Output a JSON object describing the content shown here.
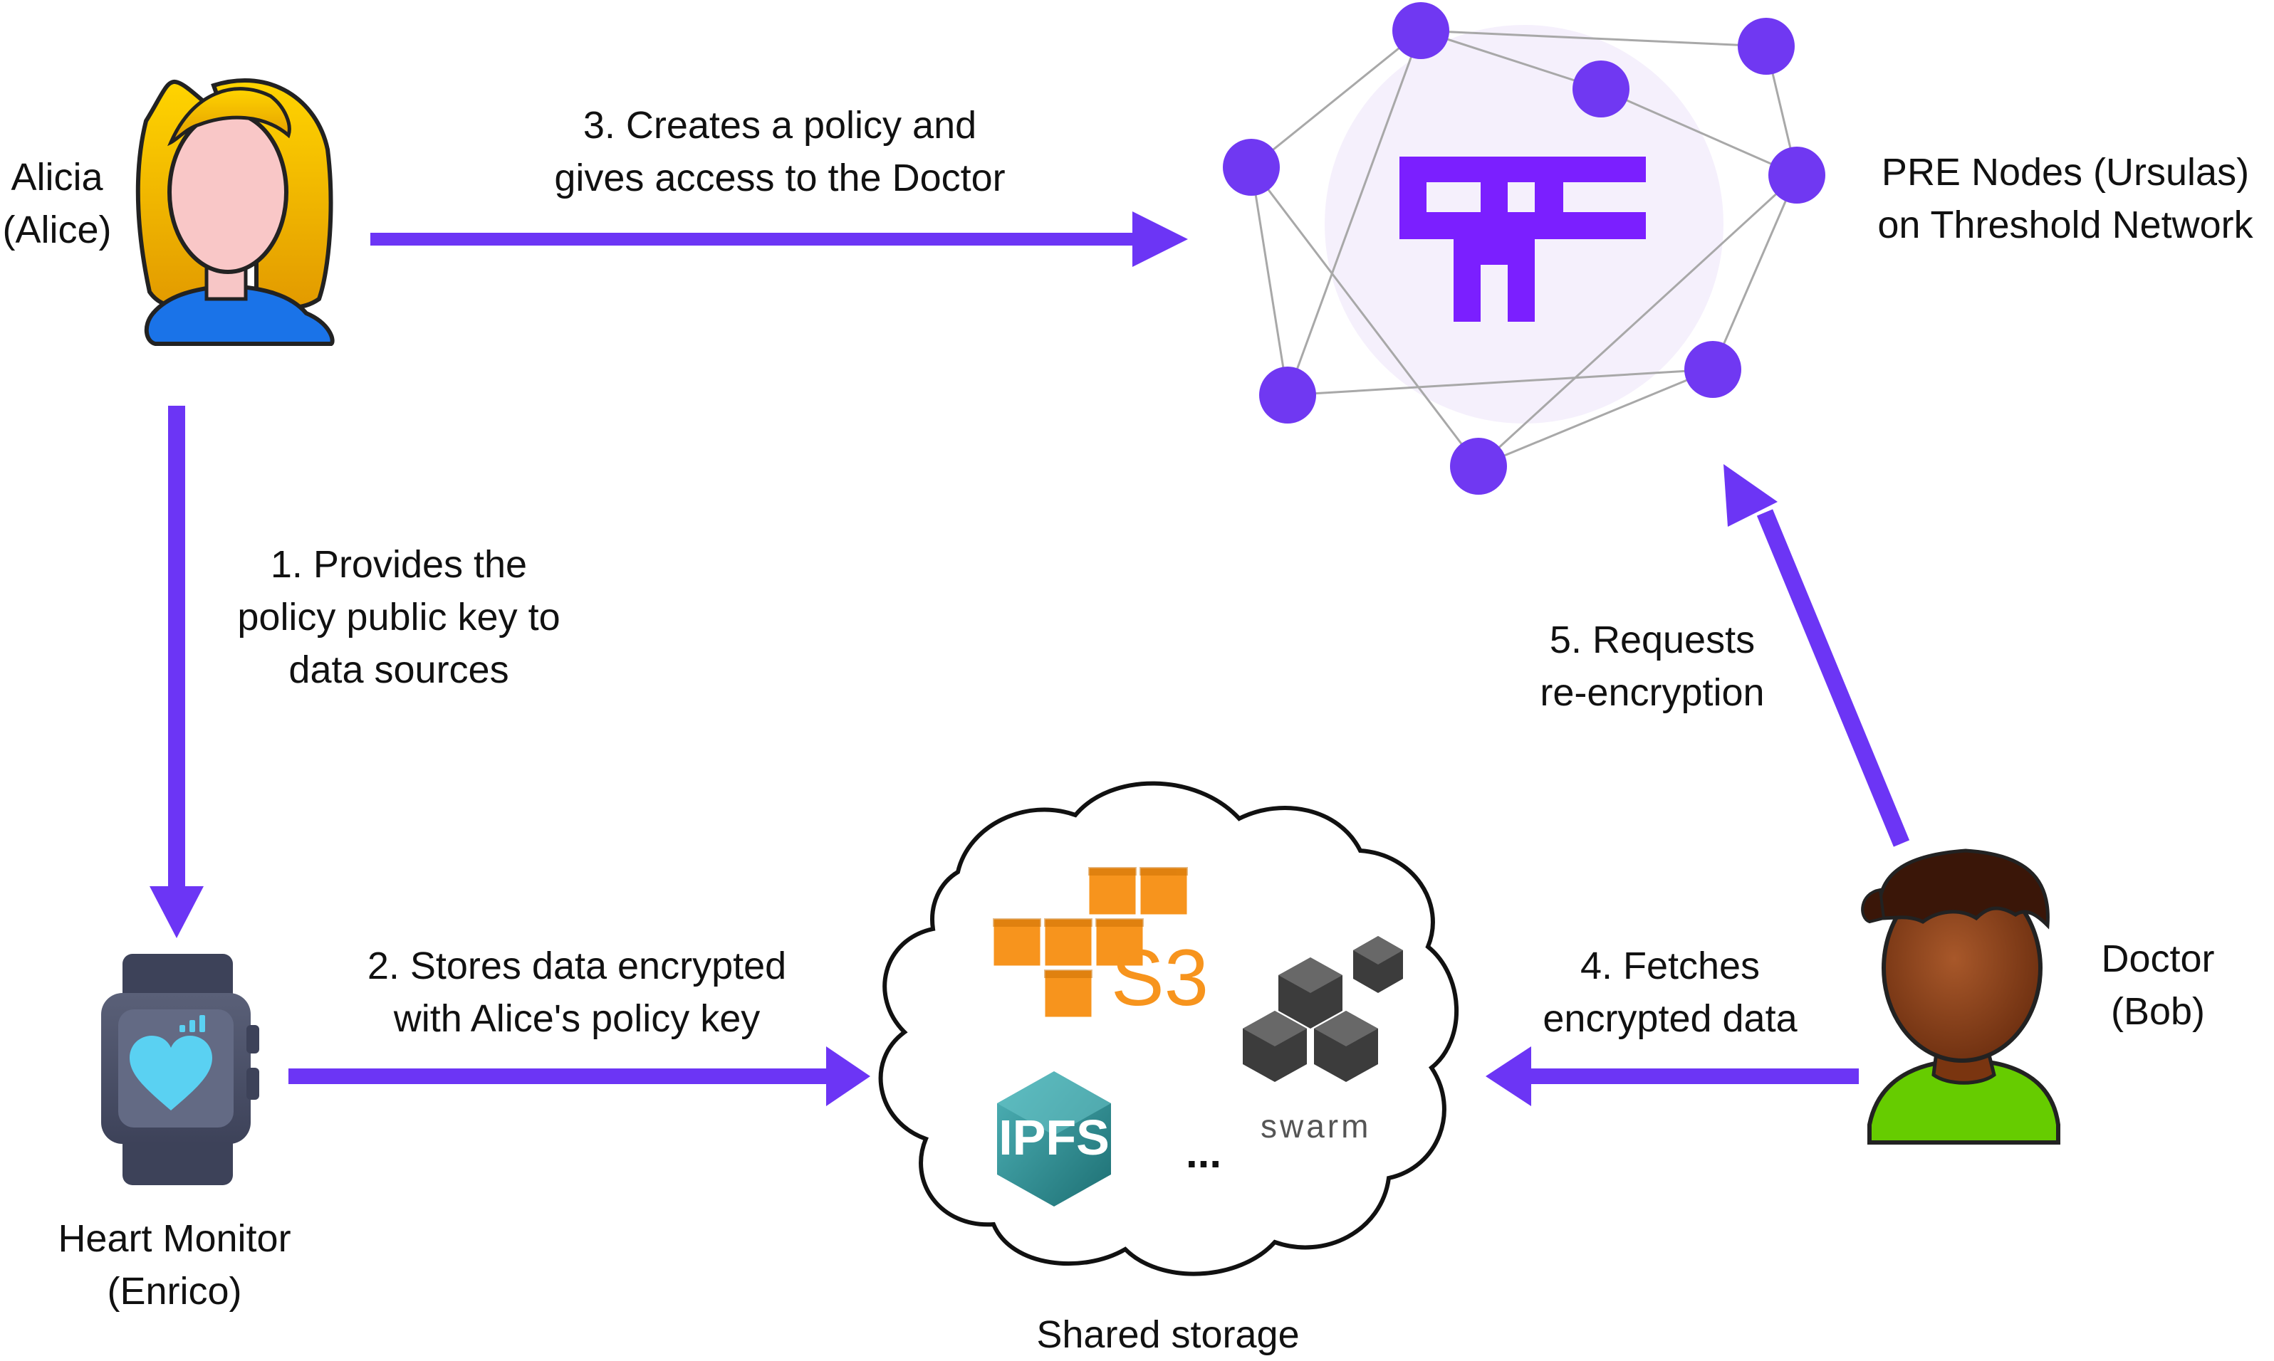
{
  "colors": {
    "arrow": "#6c35f5",
    "node": "#7038f2",
    "edge": "#a8a8a8",
    "hub": "#f5f0fc",
    "logo": "#7b1fff",
    "aws": "#f7941d",
    "ipfs": "#2b8a8e",
    "swarm": "#4a4a4a"
  },
  "actors": {
    "alice": {
      "line1": "Alicia",
      "line2": "(Alice)"
    },
    "enrico": {
      "line1": "Heart Monitor",
      "line2": "(Enrico)"
    },
    "bob": {
      "line1": "Doctor",
      "line2": "(Bob)"
    },
    "network": {
      "line1": "PRE Nodes (Ursulas)",
      "line2": "on Threshold Network"
    },
    "storage": {
      "label": "Shared storage"
    }
  },
  "steps": {
    "step1": {
      "line1": "1. Provides the",
      "line2": "policy public key to",
      "line3": "data sources"
    },
    "step2": {
      "line1": "2. Stores data encrypted",
      "line2": "with Alice's policy key"
    },
    "step3": {
      "line1": "3. Creates a policy and",
      "line2": "gives access to the Doctor"
    },
    "step4": {
      "line1": "4. Fetches",
      "line2": "encrypted data"
    },
    "step5": {
      "line1": "5. Requests",
      "line2": "re-encryption"
    }
  },
  "storage_logos": {
    "s3": "S3",
    "ipfs": "IPFS",
    "swarm": "swarm",
    "more": "..."
  },
  "icons": [
    "alice-avatar-icon",
    "heart-monitor-icon",
    "doctor-avatar-icon",
    "threshold-logo-icon",
    "aws-s3-icon",
    "ipfs-icon",
    "swarm-icon",
    "cloud-icon"
  ]
}
